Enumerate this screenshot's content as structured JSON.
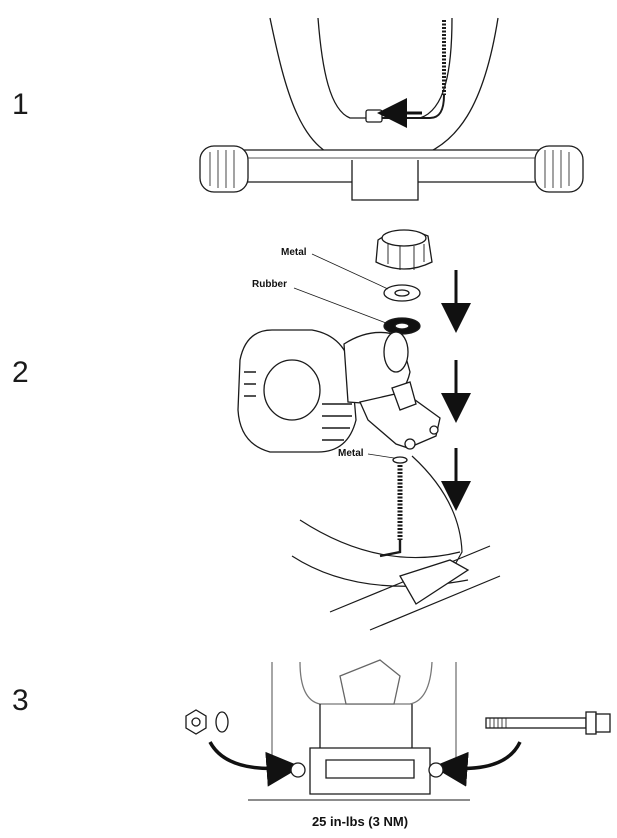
{
  "steps": [
    "1",
    "2",
    "3"
  ],
  "callouts": {
    "metal_top": "Metal",
    "rubber": "Rubber",
    "metal_bottom": "Metal"
  },
  "torque_label": "25 in-lbs (3 NM)",
  "colors": {
    "line": "#1a1a1a",
    "fill": "#ffffff",
    "shade": "#d9d9d9",
    "dark": "#111111"
  }
}
